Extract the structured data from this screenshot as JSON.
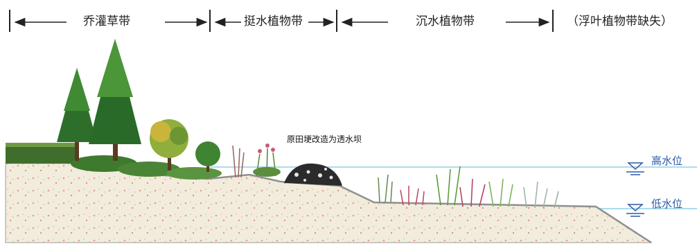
{
  "zones": [
    {
      "label": "乔灌草带"
    },
    {
      "label": "挺水植物带"
    },
    {
      "label": "沉水植物带"
    },
    {
      "label": "（浮叶植物带缺失）"
    }
  ],
  "callout": {
    "text": "原田埂改造为透水坝"
  },
  "water_levels": {
    "high": "高水位",
    "low": "低水位"
  },
  "colors": {
    "soil": "#f2ecdc",
    "soil_dots": "#e3a192",
    "water_line": "#8dd0e6",
    "level_text": "#2b58a8",
    "arrow": "#222222"
  }
}
